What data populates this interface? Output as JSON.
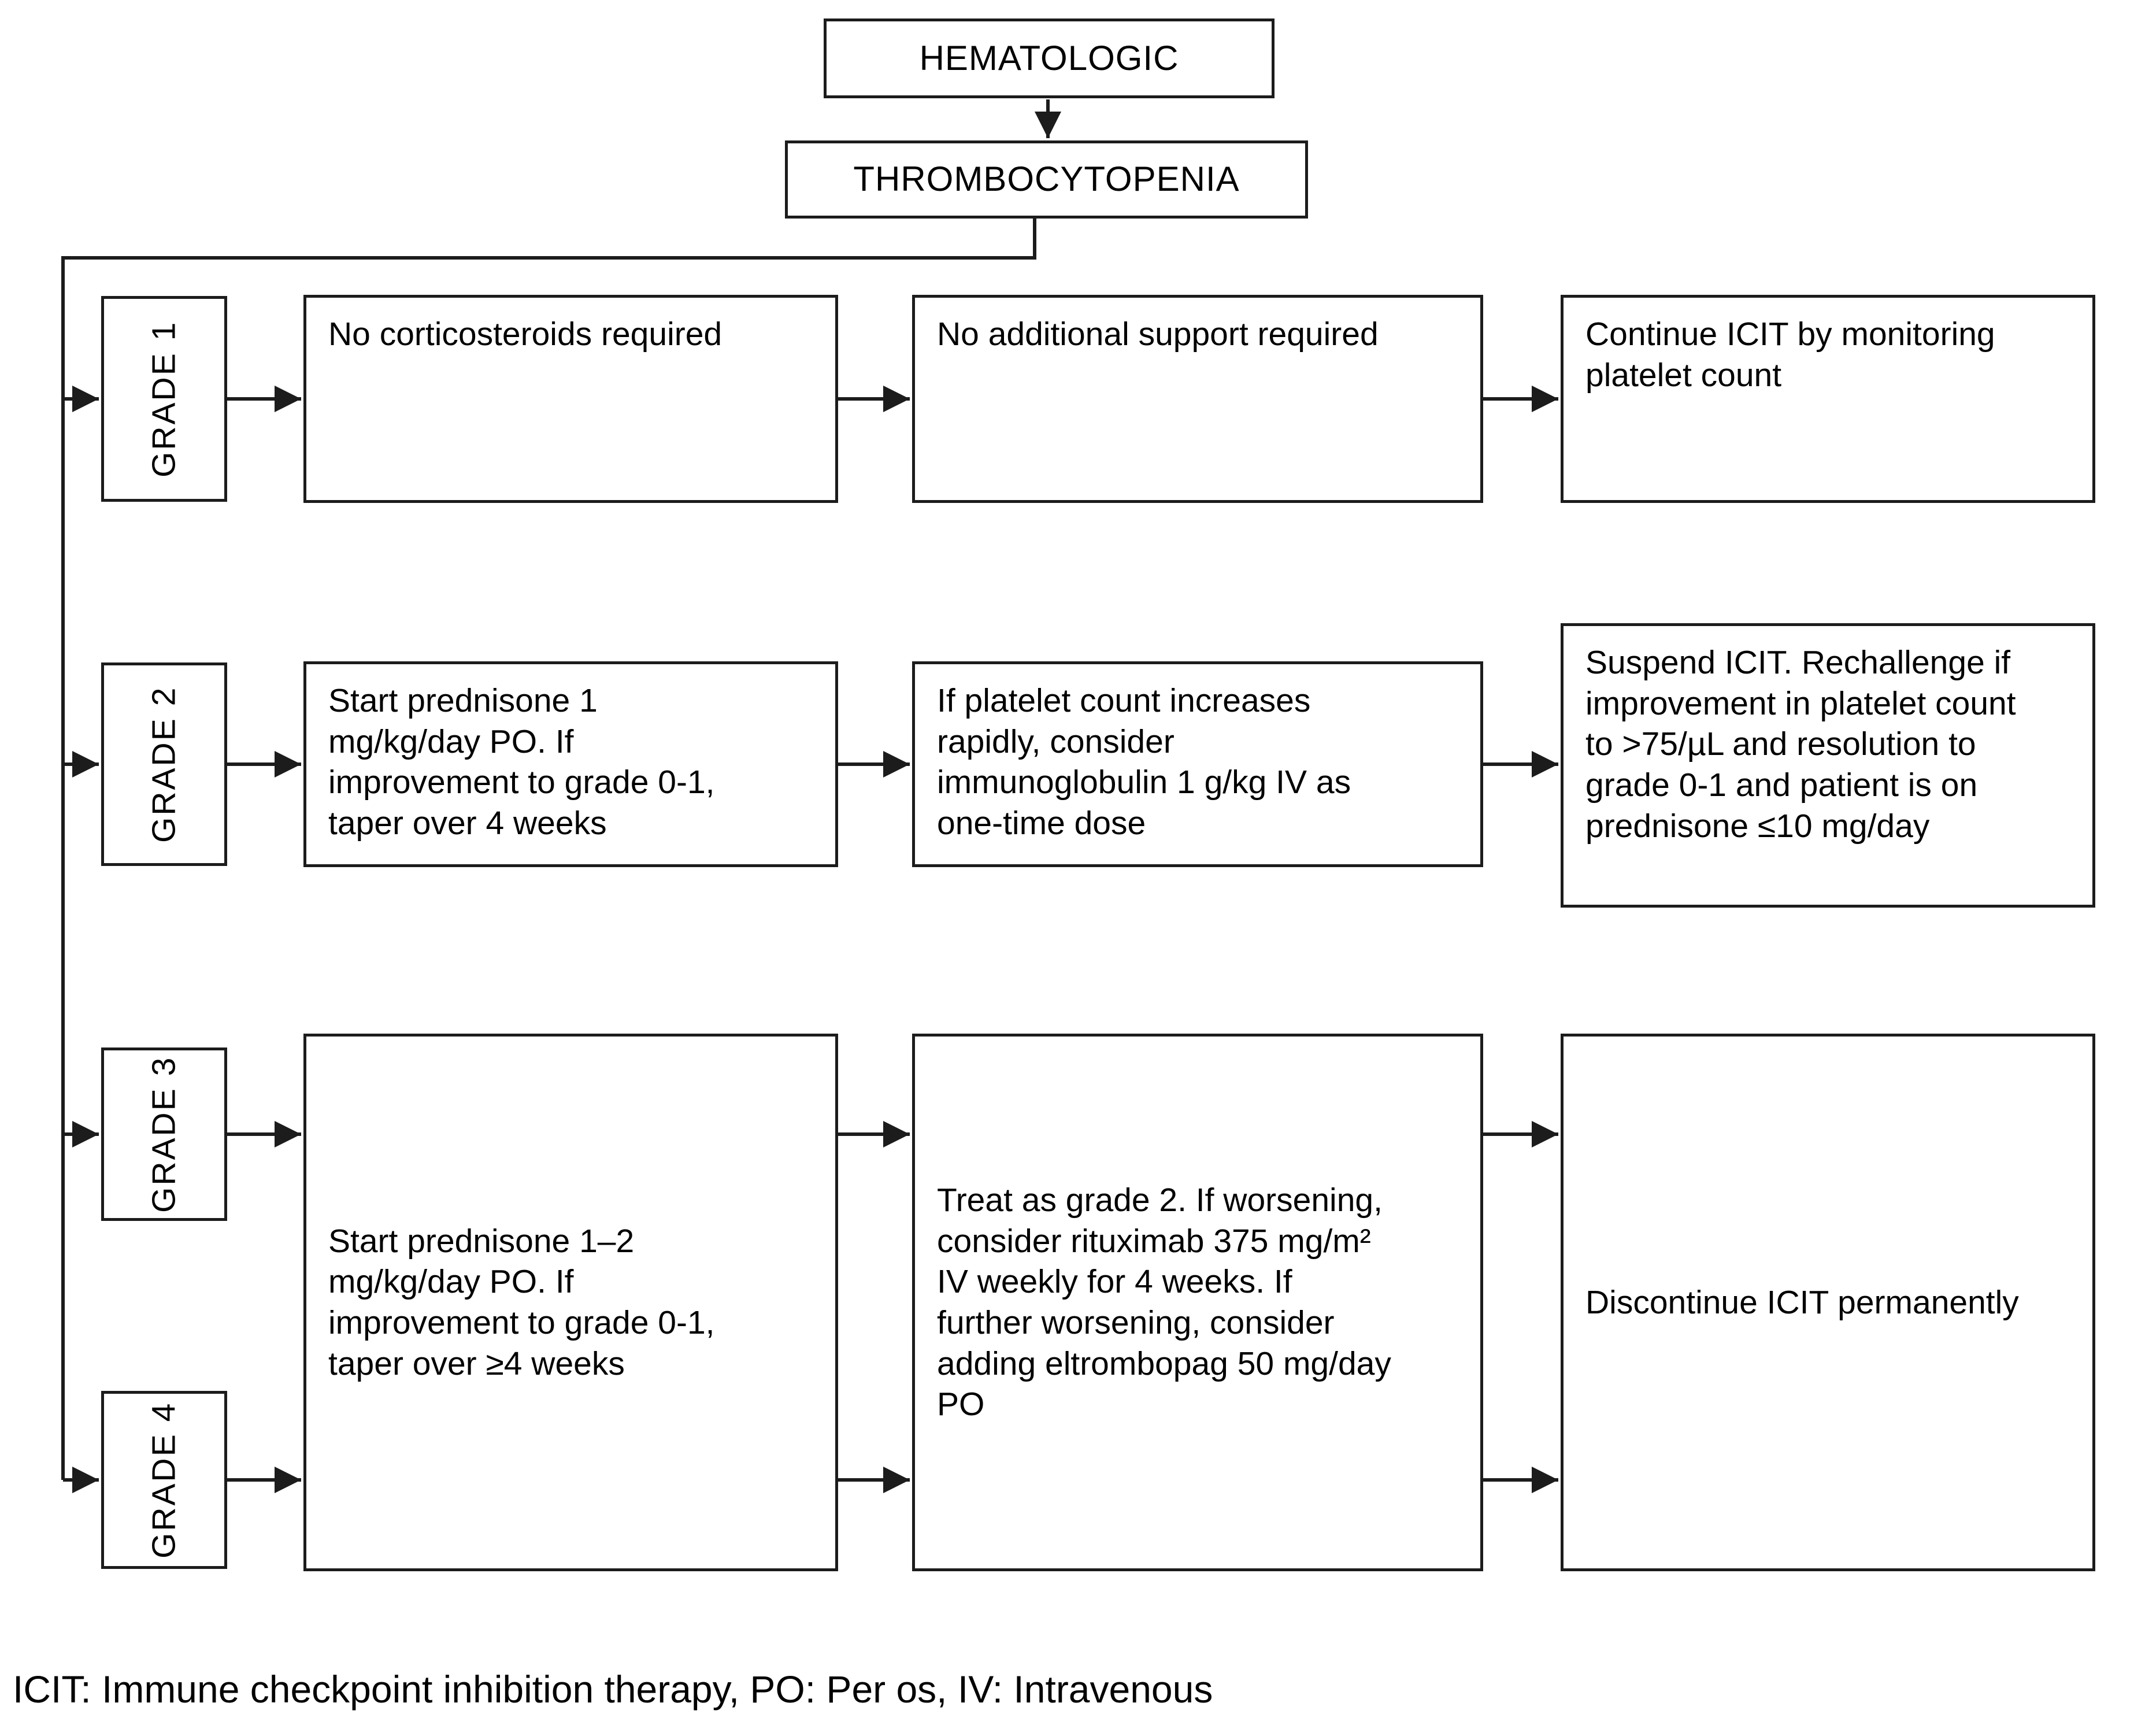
{
  "title": {
    "level1": "HEMATOLOGIC",
    "level2": "THROMBOCYTOPENIA"
  },
  "grades": {
    "g1": {
      "label": "GRADE 1",
      "step1": "No corticosteroids required",
      "step2": "No additional support required",
      "outcome": "Continue ICIT by monitoring\nplatelet count"
    },
    "g2": {
      "label": "GRADE 2",
      "step1": "Start prednisone 1\nmg/kg/day PO. If\nimprovement to grade 0-1,\ntaper over 4 weeks",
      "step2": "If platelet count increases\nrapidly, consider\nimmunoglobulin 1 g/kg IV as\none-time dose",
      "outcome": "Suspend ICIT. Rechallenge if\nimprovement in platelet count\nto >75/µL and resolution to\ngrade 0-1 and patient is on\nprednisone ≤10 mg/day"
    },
    "g3": {
      "label": "GRADE 3"
    },
    "g4": {
      "label": "GRADE 4"
    },
    "g34_shared": {
      "step1": "Start prednisone 1–2\nmg/kg/day PO. If\nimprovement to grade 0-1,\ntaper over ≥4 weeks",
      "step2": "Treat as grade 2. If worsening,\nconsider rituximab 375 mg/m²\nIV weekly for 4 weeks. If\nfurther worsening, consider\nadding eltrombopag 50 mg/day\nPO",
      "outcome": "Discontinue ICIT permanently"
    }
  },
  "footnote": "ICIT: Immune checkpoint inhibition therapy, PO: Per os, IV: Intravenous",
  "colors": {
    "line": "#1c1c1c",
    "box_border": "#1c1c1c",
    "background": "#ffffff",
    "text": "#000000"
  }
}
